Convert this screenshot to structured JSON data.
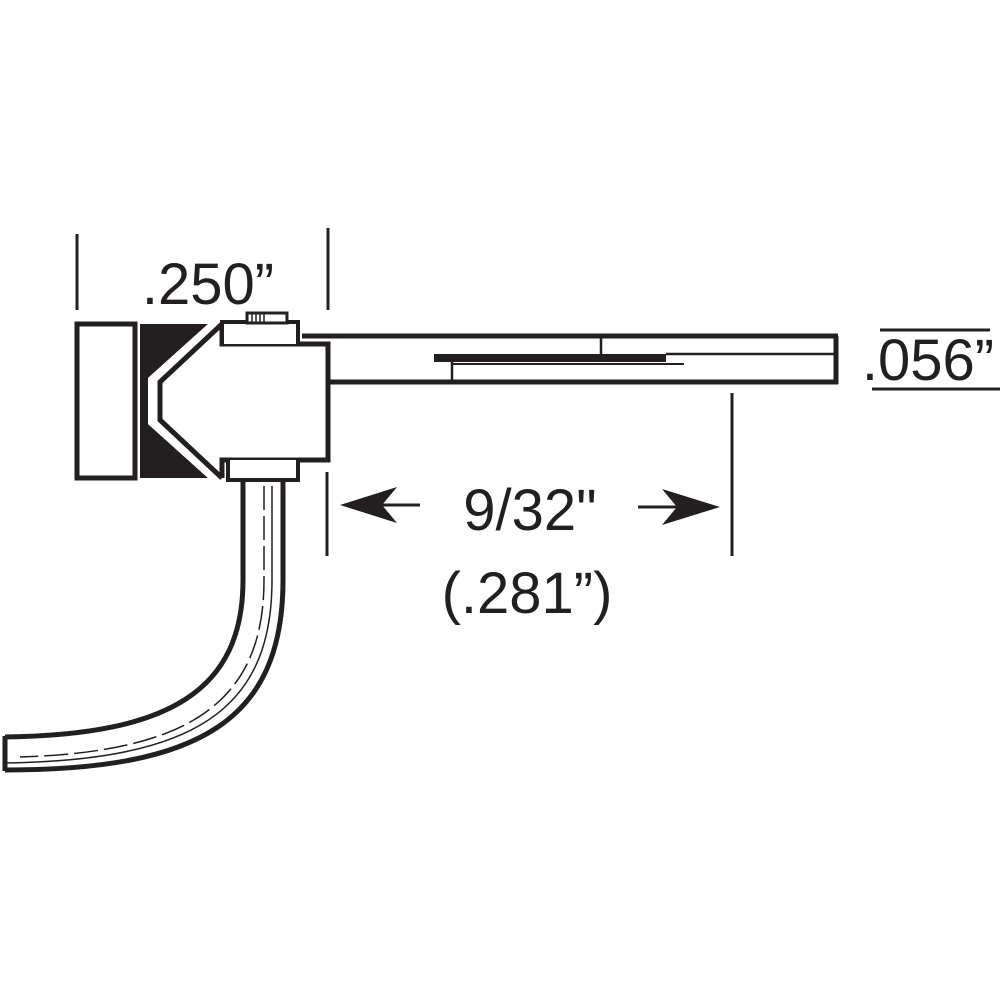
{
  "diagram": {
    "subject": "coupler with offset shank and trip pin",
    "colors": {
      "ink": "#231f20",
      "background": "#ffffff"
    },
    "dimensions": {
      "head_width": ".250”",
      "shank_thickness": ".056”",
      "shank_offset_fraction": "9/32\"",
      "shank_offset_decimal": "(.281”)"
    }
  }
}
